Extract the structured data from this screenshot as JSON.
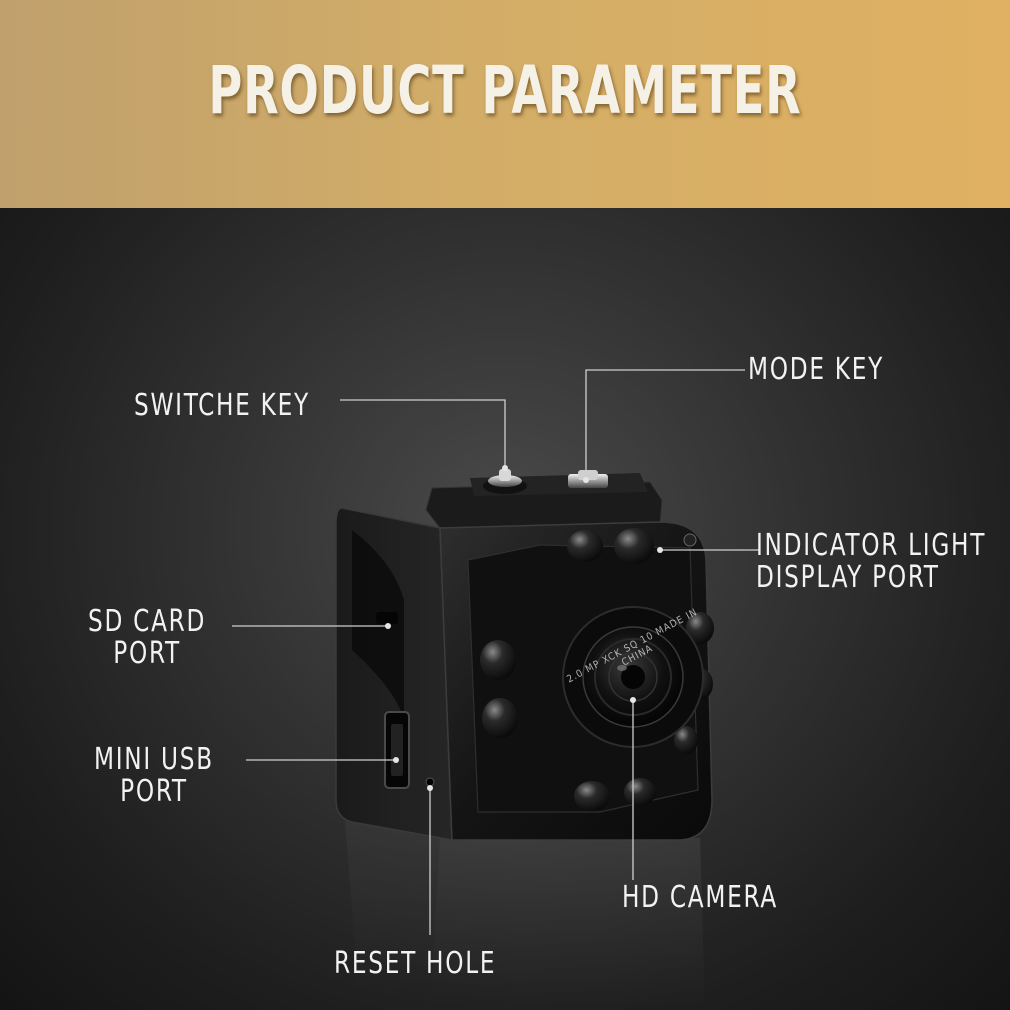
{
  "banner": {
    "title": "PRODUCT PARAMETER"
  },
  "labels": {
    "mode_key": "MODE KEY",
    "switch_key": "SWITCHE KEY",
    "indicator_line1": "INDICATOR LIGHT",
    "indicator_line2": "DISPLAY PORT",
    "sd_line1": "SD CARD",
    "sd_line2": "PORT",
    "usb_line1": "MINI USB",
    "usb_line2": "PORT",
    "hd_camera": "HD CAMERA",
    "reset_hole": "RESET HOLE"
  },
  "lens_text": {
    "ring": "2.0   MP   XCK   SQ   10   MADE   IN   CHINA"
  },
  "colors": {
    "banner_start": "#c0a06c",
    "banner_end": "#e0b162",
    "background": "#1c1c1c",
    "label_text": "#f2f2f2",
    "leader_line": "#cfcfcf"
  }
}
